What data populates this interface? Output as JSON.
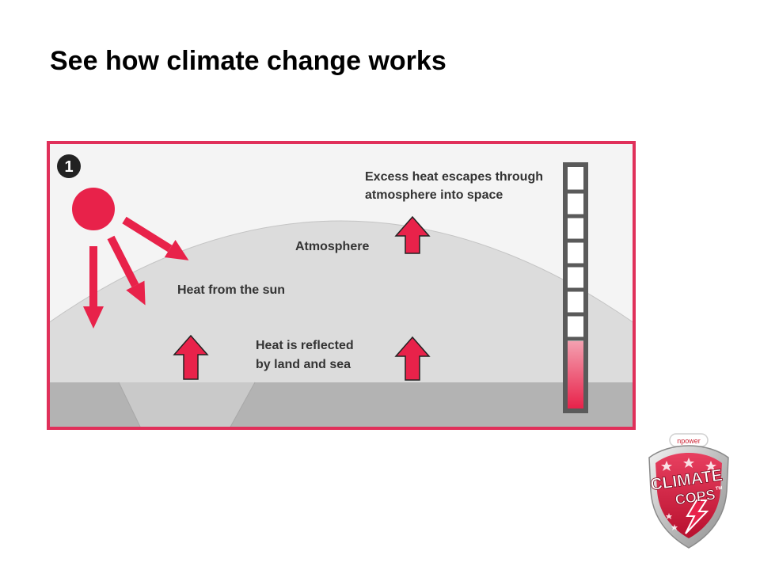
{
  "slide": {
    "title": "See how climate change works"
  },
  "diagram": {
    "step_number": "1",
    "labels": {
      "escape_line1": "Excess heat escapes through",
      "escape_line2": "atmosphere into space",
      "atmosphere": "Atmosphere",
      "heat_from_sun": "Heat from the sun",
      "reflected_line1": "Heat is reflected",
      "reflected_line2": "by land and sea"
    },
    "colors": {
      "accent": "#e8224a",
      "border": "#e0305a",
      "sky": "#f4f4f4",
      "atmosphere": "#dcdcdc",
      "ground": "#b3b3b3",
      "thermometer_frame": "#555555"
    },
    "thermometer": {
      "segments": 10,
      "filled_segments": 3
    }
  },
  "logo": {
    "brand": "npower",
    "name_line1": "CLIMATE",
    "name_line2": "COPS",
    "trademark": "TM"
  }
}
